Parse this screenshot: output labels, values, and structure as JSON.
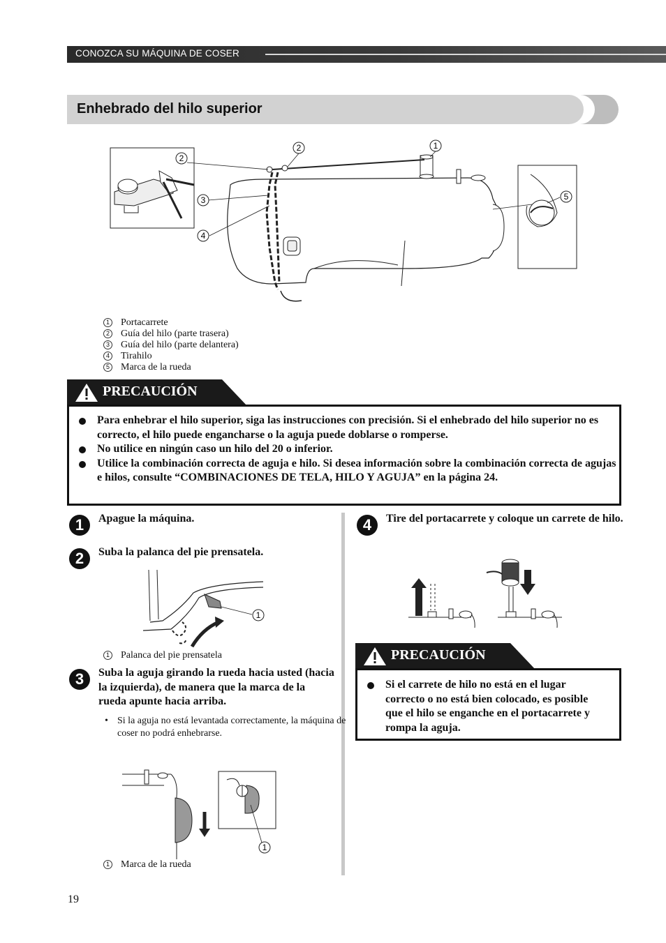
{
  "header": {
    "section": "CONOZCA SU MÁQUINA DE COSER"
  },
  "title": "Enhebrado del hilo superior",
  "main_diagram": {
    "callouts": [
      "1",
      "2",
      "2",
      "3",
      "4",
      "5"
    ]
  },
  "legend": [
    {
      "n": "1",
      "text": "Portacarrete"
    },
    {
      "n": "2",
      "text": "Guía del hilo (parte trasera)"
    },
    {
      "n": "3",
      "text": "Guía del hilo (parte delantera)"
    },
    {
      "n": "4",
      "text": "Tirahilo"
    },
    {
      "n": "5",
      "text": "Marca de la rueda"
    }
  ],
  "caution1": {
    "label": "PRECAUCIÓN",
    "items": [
      "Para enhebrar el hilo superior, siga las instrucciones con precisión. Si el enhebrado del hilo superior no es correcto, el hilo puede engancharse o la aguja puede doblarse o romperse.",
      "No utilice en ningún caso un hilo del 20 o inferior.",
      "Utilice la combinación correcta de aguja e hilo. Si desea información sobre la combinación correcta de agujas e hilos, consulte “COMBINACIONES DE TELA, HILO Y AGUJA” en la página 24."
    ]
  },
  "steps": [
    {
      "n": "1",
      "text": "Apague la máquina."
    },
    {
      "n": "2",
      "text": "Suba la palanca del pie prensatela."
    },
    {
      "n": "3",
      "text": "Suba la aguja girando la rueda hacia usted (hacia la izquierda), de manera que la marca de la rueda apunte hacia arriba."
    },
    {
      "n": "4",
      "text": "Tire del portacarrete y coloque un carrete de hilo."
    }
  ],
  "step2_legend": {
    "n": "1",
    "text": "Palanca del pie prensatela"
  },
  "step3_note": "Si la aguja no está levantada correctamente, la máquina de coser no podrá enhebrarse.",
  "step3_legend": {
    "n": "1",
    "text": "Marca de la rueda"
  },
  "caution2": {
    "label": "PRECAUCIÓN",
    "items": [
      "Si el carrete de hilo no está en el lugar correcto o no está bien colocado, es posible que el hilo se enganche en el portacarrete y rompa la aguja."
    ]
  },
  "page_number": "19"
}
